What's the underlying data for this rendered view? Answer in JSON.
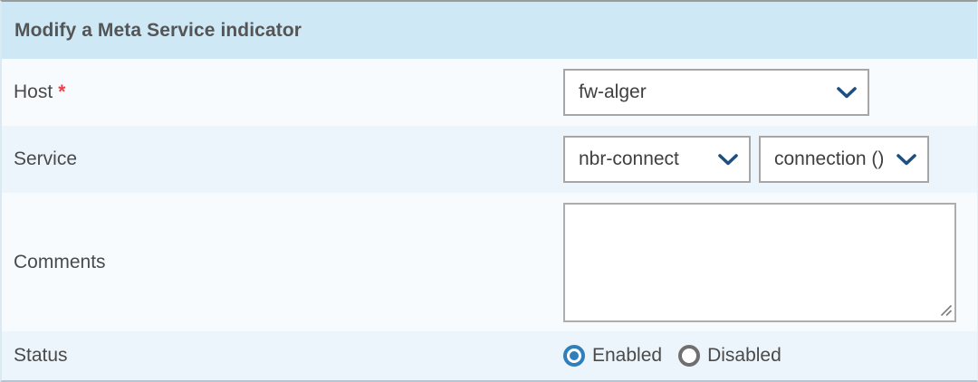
{
  "header": {
    "title": "Modify a Meta Service indicator"
  },
  "form": {
    "host": {
      "label": "Host",
      "required_marker": "*",
      "selected": "fw-alger"
    },
    "service": {
      "label": "Service",
      "service_selected": "nbr-connect",
      "metric_selected": "connection ()"
    },
    "comments": {
      "label": "Comments",
      "value": ""
    },
    "status": {
      "label": "Status",
      "options": [
        {
          "label": "Enabled",
          "selected": true
        },
        {
          "label": "Disabled",
          "selected": false
        }
      ]
    }
  },
  "colors": {
    "header_bg": "#cfe8f6",
    "row_light": "#f8fbfe",
    "row_alt": "#edf5fc",
    "accent_blue": "#2e7fba",
    "required_red": "#ef3e4a",
    "chevron_navy": "#1d4f80",
    "title_text": "#555555",
    "label_text": "#4a4a4a"
  }
}
